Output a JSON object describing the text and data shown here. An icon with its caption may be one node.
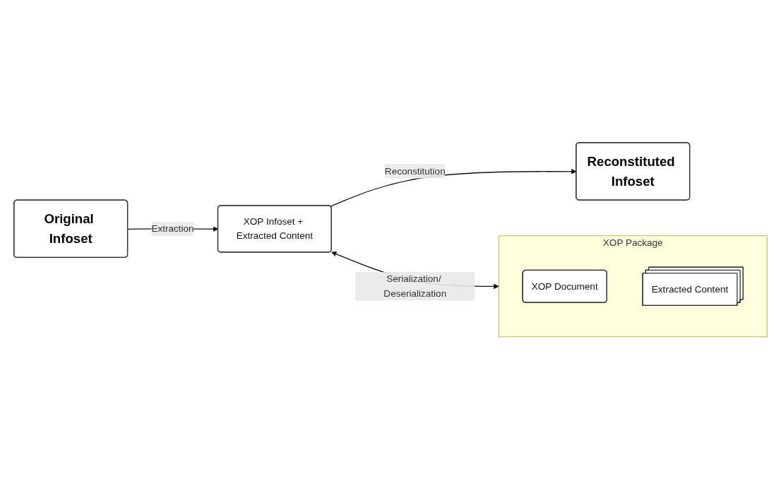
{
  "diagram": {
    "nodes": [
      {
        "text": [
          "Original Infoset"
        ]
      },
      {
        "text": [
          "XOP Infoset + Extracted Content"
        ]
      },
      {
        "text": [
          "Reconstituted Infoset"
        ]
      },
      {
        "text": [
          "XOP Package"
        ]
      },
      {
        "text": [
          "XOP Document"
        ],
        "in": 3
      },
      {
        "text": [
          "Extracted Content"
        ],
        "in": 3
      }
    ],
    "edges": [
      {
        "from": 0,
        "to": 1,
        "label": "Extraction",
        "arrow": "to"
      },
      {
        "from": 1,
        "to": 2,
        "label": "Reconstitution",
        "arrow": "to"
      },
      {
        "from": 1,
        "to": 3,
        "label": "Serialization/ Deserialization",
        "arrow": "both"
      }
    ]
  }
}
